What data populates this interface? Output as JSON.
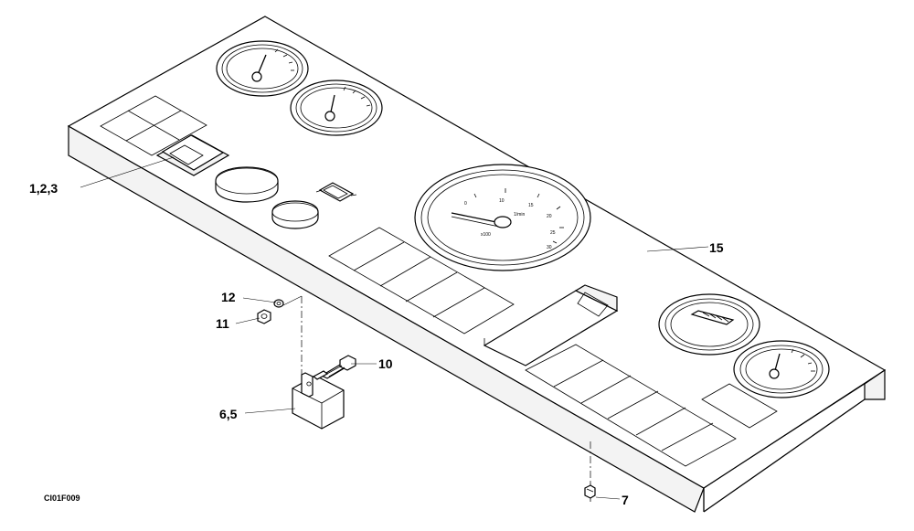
{
  "figure_id": "CI01F009",
  "callouts": {
    "switch": "1,2,3",
    "panel": "15",
    "washer": "12",
    "nut": "11",
    "bolt": "10",
    "relay": "6,5",
    "sensor": "7"
  },
  "tachometer": {
    "scale": [
      "0",
      "10",
      "15",
      "20",
      "25",
      "30"
    ],
    "unit": "1/min",
    "multiplier": "x100"
  }
}
